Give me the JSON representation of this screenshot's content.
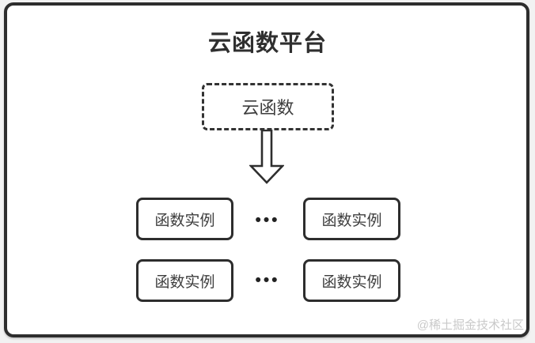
{
  "diagram": {
    "title": "云函数平台",
    "cloud_function": {
      "label": "云函数"
    },
    "arrow": {
      "direction": "down",
      "style": "hollow-outline"
    },
    "instances": [
      {
        "label": "函数实例"
      },
      {
        "label": "函数实例"
      },
      {
        "label": "函数实例"
      },
      {
        "label": "函数实例"
      }
    ],
    "ellipsis": "•••",
    "watermark": "@稀土掘金技术社区"
  },
  "colors": {
    "frame_border": "#2d2d2d",
    "box_border": "#2d2d2d",
    "dashed_border": "#333333",
    "text": "#3d3d3d",
    "title_text": "#2f2f2f",
    "watermark_text": "#c9c9c9",
    "background": "#ffffff"
  }
}
